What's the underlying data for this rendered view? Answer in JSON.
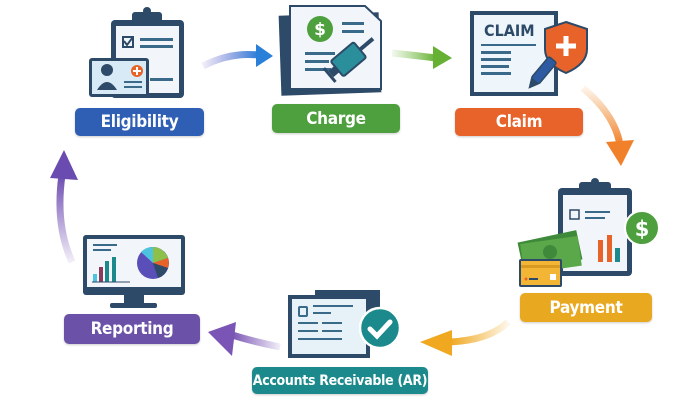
{
  "steps": {
    "eligibility": {
      "label": "Eligibility",
      "color": "#2f5fb5"
    },
    "charge": {
      "label": "Charge",
      "color": "#4ea03f"
    },
    "claim": {
      "label": "Claim",
      "color": "#e8632a",
      "doc_title": "CLAIM"
    },
    "payment": {
      "label": "Payment",
      "color": "#e8a920"
    },
    "ar": {
      "label": "Accounts Receivable (AR)",
      "color": "#1c8a8c"
    },
    "reporting": {
      "label": "Reporting",
      "color": "#6b52a8"
    }
  },
  "icons": [
    "clipboard-id-card-icon",
    "dollar-document-syringe-icon",
    "claim-document-shield-pen-icon",
    "clipboard-money-card-icon",
    "document-checkmark-icon",
    "monitor-chart-icon"
  ]
}
